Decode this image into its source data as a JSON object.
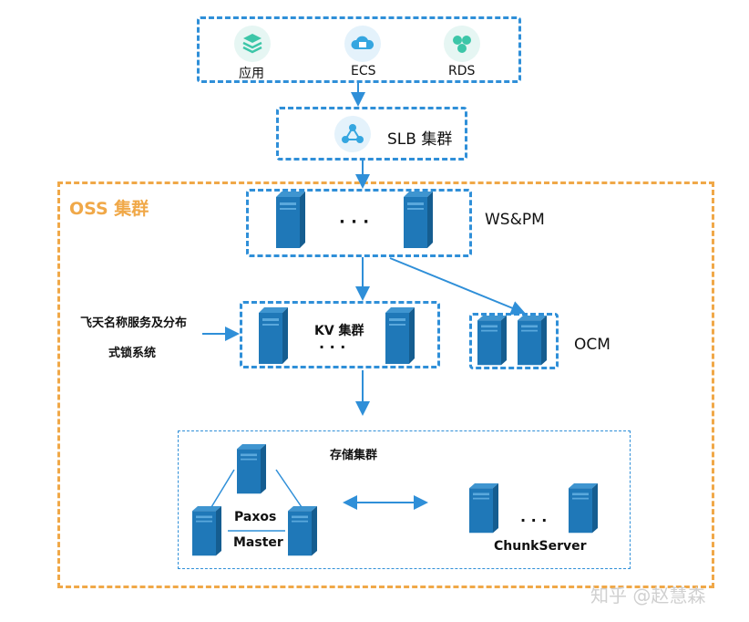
{
  "top": {
    "app_label": "应用",
    "ecs_label": "ECS",
    "rds_label": "RDS"
  },
  "slb": {
    "label": "SLB 集群"
  },
  "oss": {
    "title": "OSS 集群"
  },
  "ws": {
    "dots": "· · ·",
    "label": "WS&PM"
  },
  "kv": {
    "label": "KV 集群",
    "dots": "· · ·"
  },
  "ocm": {
    "label": "OCM"
  },
  "lock_service": {
    "line1": "飞天名称服务及分布",
    "line2": "式锁系统"
  },
  "storage": {
    "title": "存储集群",
    "paxos": "Paxos",
    "master": "Master",
    "dots": "· · ·",
    "chunkserver": "ChunkServer"
  },
  "watermark": {
    "text": "知乎 @赵慧森"
  },
  "colors": {
    "blue": "#2f8fd8",
    "orange": "#f0a848",
    "server_front": "#1f78b8",
    "server_side": "#155d90"
  }
}
